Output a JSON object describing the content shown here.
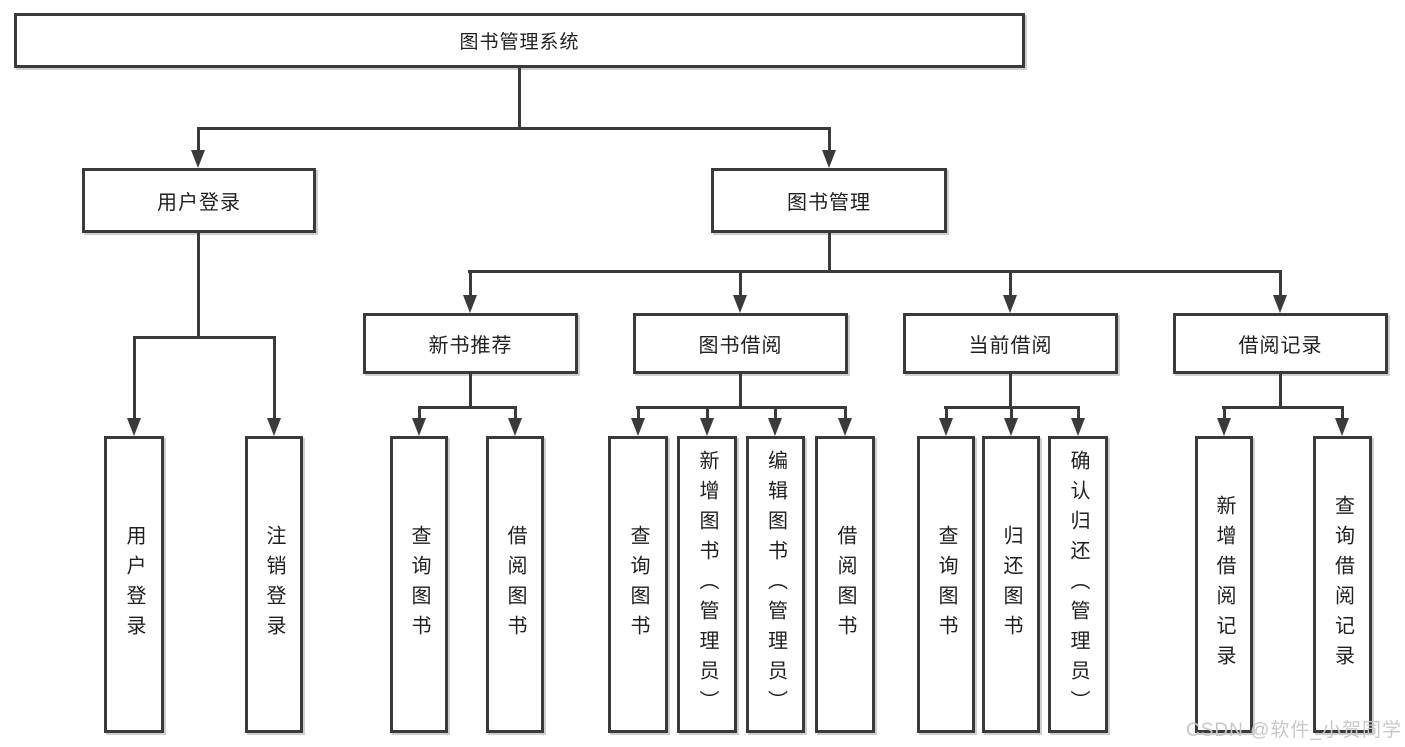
{
  "colors": {
    "line": "#3a3a3a",
    "text": "#1f1f1f",
    "watermark": "#c8c8c8",
    "background": "#ffffff"
  },
  "tree": {
    "label": "图书管理系统",
    "children": [
      {
        "label": "用户登录",
        "children": [
          {
            "label": "用户登录"
          },
          {
            "label": "注销登录"
          }
        ]
      },
      {
        "label": "图书管理",
        "children": [
          {
            "label": "新书推荐",
            "children": [
              {
                "label": "查询图书"
              },
              {
                "label": "借阅图书"
              }
            ]
          },
          {
            "label": "图书借阅",
            "children": [
              {
                "label": "查询图书"
              },
              {
                "label": "新增图书（管理员）"
              },
              {
                "label": "编辑图书（管理员）"
              },
              {
                "label": "借阅图书"
              }
            ]
          },
          {
            "label": "当前借阅",
            "children": [
              {
                "label": "查询图书"
              },
              {
                "label": "归还图书"
              },
              {
                "label": "确认归还（管理员）"
              }
            ]
          },
          {
            "label": "借阅记录",
            "children": [
              {
                "label": "新增借阅记录"
              },
              {
                "label": "查询借阅记录"
              }
            ]
          }
        ]
      }
    ]
  },
  "watermark": {
    "text": "CSDN @软件_小贺同学"
  }
}
